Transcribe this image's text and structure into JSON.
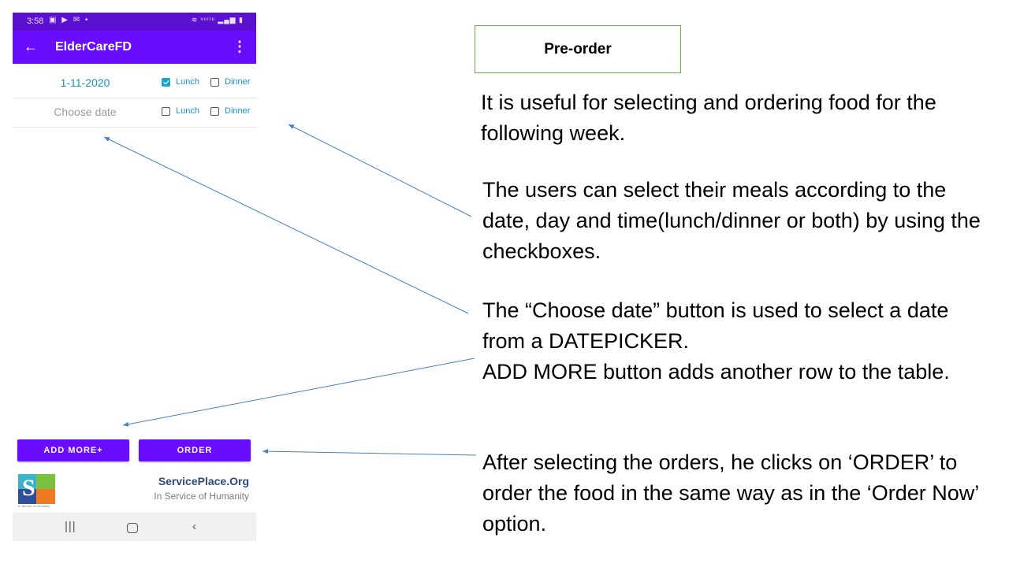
{
  "phone": {
    "status_bar": {
      "time": "3:58",
      "left_icons": "▣ ▶ ✉ •",
      "right_icons": "≋ ᵛᵒˡᵗᵉ ▂▄▆ ▮"
    },
    "app_bar": {
      "back_icon": "←",
      "title": "ElderCareFD",
      "menu_icon": "⋮"
    },
    "rows": [
      {
        "date": "1-11-2020",
        "lunch_label": "Lunch",
        "lunch_checked": true,
        "dinner_label": "Dinner",
        "dinner_checked": false
      },
      {
        "date_placeholder": "Choose date",
        "lunch_label": "Lunch",
        "lunch_checked": false,
        "dinner_label": "Dinner",
        "dinner_checked": false
      }
    ],
    "buttons": {
      "add_more": "ADD MORE+",
      "order": "ORDER"
    },
    "footer": {
      "logo_mark": "S",
      "logo_caption": "In Service of Humanity",
      "org_name": "ServicePlace.Org",
      "org_tagline": "In Service of Humanity"
    },
    "nav": {
      "recent_icon": "|||",
      "back_icon": "‹"
    },
    "colors": {
      "primary": "#6a0dff",
      "status_bar": "#5b0fd1",
      "accent_text": "#1c8fce",
      "checkbox_checked": "#14a8c8"
    }
  },
  "annotations": {
    "section_title": "Pre-order",
    "note1": "It is useful for selecting and ordering food for the following week.",
    "note2": "The users can select their meals according to the date, day and time(lunch/dinner or both) by using the checkboxes.",
    "note3_line1": "The “Choose date” button is used to select a date from a DATEPICKER.",
    "note3_line2": "ADD MORE button adds another row to the table.",
    "note4": "After selecting the orders, he clicks on ‘ORDER’ to order the food in the same way as in the ‘Order Now’ option.",
    "arrow_color": "#4a7fc1"
  }
}
